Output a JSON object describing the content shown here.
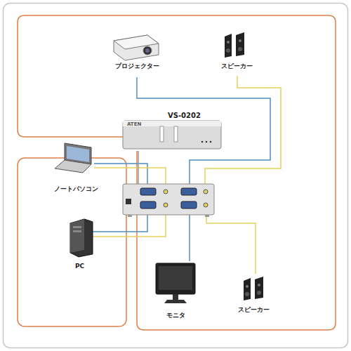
{
  "diagram": {
    "nodes": [
      {
        "text": [
          "プロジェクター"
        ]
      },
      {
        "text": [
          "スピーカー"
        ]
      },
      {
        "text": [
          "VS-0202"
        ]
      },
      {
        "text": [
          "ノートパソコン"
        ]
      },
      {
        "text": [
          "PC"
        ]
      },
      {
        "text": [
          "モニタ"
        ]
      },
      {
        "text": [
          "スピーカー"
        ]
      }
    ],
    "labels": [
      "ATEN"
    ]
  }
}
